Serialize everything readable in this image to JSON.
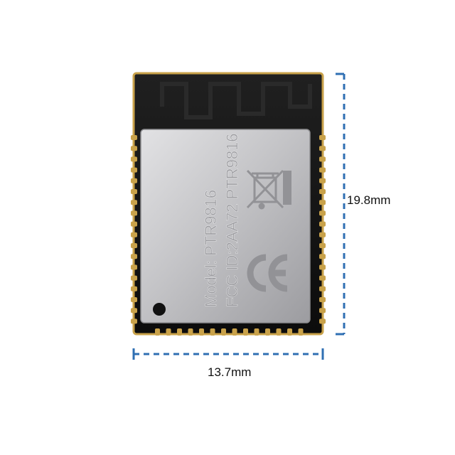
{
  "module": {
    "model_line": "Model: PTR9816",
    "fcc_line": "FCC ID:2AA72 PTR9816",
    "ce_mark": "CE",
    "weee_symbol": "crossed-bin-icon"
  },
  "dimensions": {
    "height_label": "19.8mm",
    "width_label": "13.7mm"
  },
  "colors": {
    "pcb": "#141414",
    "gold_edge": "#c9a24a",
    "shield": "#c6c6c8",
    "dimension_line": "#2f6fb3"
  }
}
